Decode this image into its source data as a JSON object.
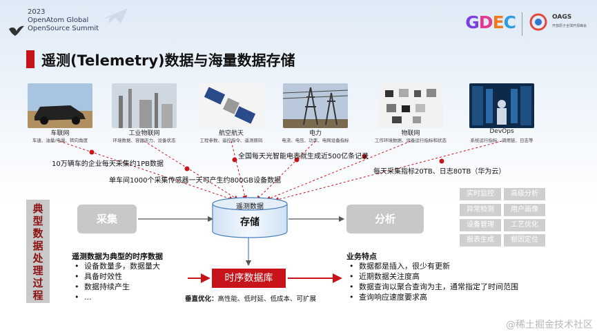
{
  "header": {
    "event_lines": [
      "2023",
      "OpenAtom Global",
      "OpenSource Summit"
    ],
    "brand": "GDEC",
    "brand_colors": [
      "#7b3fe4",
      "#e23a8f",
      "#f07a22",
      "#2f9be0"
    ],
    "oags_name": "OAGS",
    "oags_sub": "开放原子全球开源峰会",
    "title": "遥测(Telemetry)数据与海量数据存储"
  },
  "sources": [
    {
      "label": "车联网",
      "sub": "车速、油量/电量、转向角度"
    },
    {
      "label": "工业物联网",
      "sub": "环境数据、容器压力、设备状态"
    },
    {
      "label": "航空航天",
      "sub": "工程参数、遥控指令、遥测原码"
    },
    {
      "label": "电力",
      "sub": "电流、电压、功率、电网设备指标"
    },
    {
      "label": "物联网",
      "sub": "工作环境数据、设备运行指标和状态"
    },
    {
      "label": "DevOps",
      "sub": "系统运行指标、调用链、日志等"
    }
  ],
  "annotations": [
    "10万辆车的企业每天采集约1PB数据",
    "单车间1000个采集传感器一天可产生约800GB设备数据",
    "全国每天光智能电表就生成近500亿条记录",
    "每天采集指标20TB、日志80TB（华为云）"
  ],
  "side_label": "典型数据处理过程",
  "process": {
    "collect": "采集",
    "storage_top": "遥测数据",
    "storage": "存储",
    "analyze": "分析"
  },
  "analysis_tags": [
    "实时监控",
    "高级分析",
    "异常检测",
    "用户画像",
    "设备管理",
    "工艺优化",
    "报表生成",
    "根因定位"
  ],
  "left_list": {
    "heading": "遥测数据为典型的时序数据",
    "items": [
      "设备数量多，数据量大",
      "具备时效性",
      "数据持续产生",
      "..."
    ]
  },
  "tsdb_label": "时序数据库",
  "vertical_opt": {
    "bold": "垂直优化：",
    "text": "高性能、低时延、低成本、可扩展"
  },
  "right_list": {
    "heading": "业务特点",
    "items": [
      "数据都是插入，很少有更新",
      "近期数据关注度高",
      "数据查询以聚合查询为主，通常指定了时间范围",
      "查询响应速度要求高"
    ]
  },
  "watermark": "@稀土掘金技术社区"
}
